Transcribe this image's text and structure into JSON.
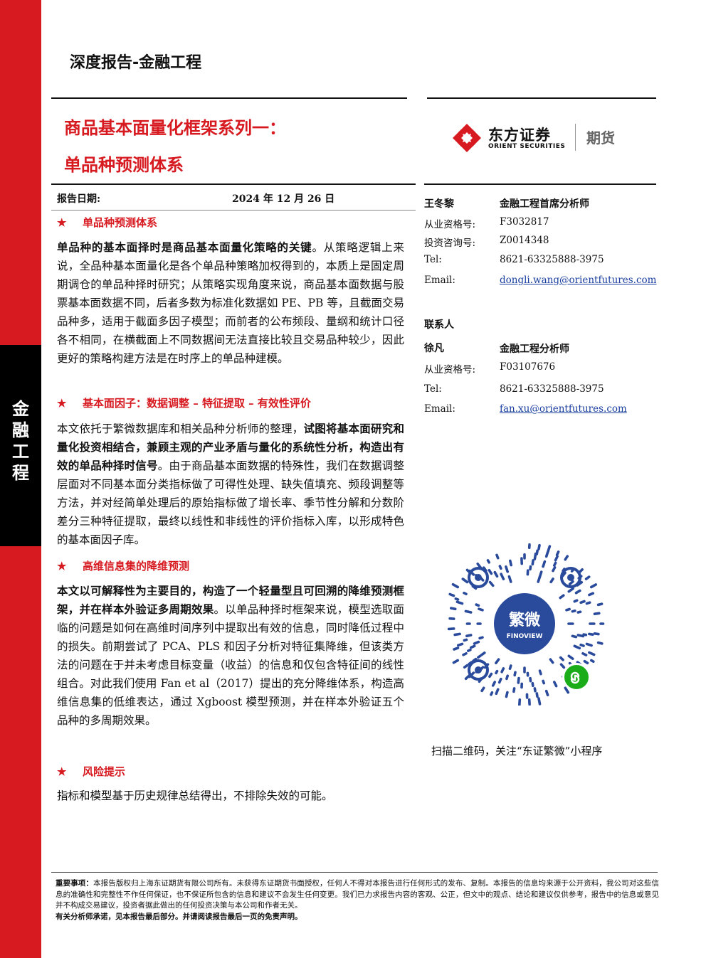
{
  "header": {
    "report_type": "深度报告-金融工程",
    "side_label": [
      "金",
      "融",
      "工",
      "程"
    ],
    "title_line1": "商品基本面量化框架系列一：",
    "title_line2": "单品种预测体系"
  },
  "brand": {
    "name_cn": "东方证券",
    "name_en": "ORIENT SECURITIES",
    "division": "期货",
    "accent": "#d71920"
  },
  "report_date": {
    "label": "报告日期:",
    "value": "2024 年 12 月 26 日"
  },
  "sections": [
    {
      "heading": "单品种预测体系",
      "bold_lead": "单品种的基本面择时是商品基本面量化策略的关键",
      "text": "。从策略逻辑上来说，全品种基本面量化是各个单品种策略加权得到的，本质上是固定周期调仓的单品种择时研究；从策略实现角度来说，商品基本面数据与股票基本面数据不同，后者多数为标准化数据如 PE、PB 等，且截面交易品种多，适用于截面多因子模型；而前者的公布频段、量纲和统计口径各不相同，在横截面上不同数据间无法直接比较且交易品种较少，因此更好的策略构建方法是在时序上的单品种建模。"
    },
    {
      "heading": "基本面因子：数据调整 – 特征提取 – 有效性评价",
      "pre": "本文依托于繁微数据库和相关品种分析师的整理，",
      "bold_lead": "试图将基本面研究和量化投资相结合，兼顾主观的产业矛盾与量化的系统性分析，构造出有效的单品种择时信号",
      "text": "。由于商品基本面数据的特殊性，我们在数据调整层面对不同基本面分类指标做了可得性处理、缺失值填充、频段调整等方法，并对经简单处理后的原始指标做了增长率、季节性分解和分数阶差分三种特征提取，最终以线性和非线性的评价指标入库，以形成特色的基本面因子库。"
    },
    {
      "heading": "高维信息集的降维预测",
      "bold_lead": "本文以可解释性为主要目的，构造了一个轻量型且可回溯的降维预测框架，并在样本外验证多周期效果",
      "text": "。以单品种择时框架来说，模型选取面临的问题是如何在高维时间序列中提取出有效的信息，同时降低过程中的损失。前期尝试了 PCA、PLS 和因子分析对特征集降维，但该类方法的问题在于并未考虑目标变量（收益）的信息和仅包含特征间的线性组合。对此我们使用 Fan et al（2017）提出的充分降维体系，构造高维信息集的低维表达，通过 Xgboost 模型预测，并在样本外验证五个品种的多周期效果。"
    },
    {
      "heading": "风险提示",
      "text": "指标和模型基于历史规律总结得出，不排除失效的可能。"
    }
  ],
  "analyst": {
    "name": "王冬黎",
    "title": "金融工程首席分析师",
    "fields": [
      {
        "label": "从业资格号:",
        "value": "F3032817"
      },
      {
        "label": "投资咨询号:",
        "value": "Z0014348"
      },
      {
        "label": "Tel:",
        "value": "8621-63325888-3975"
      },
      {
        "label": "Email:",
        "value": "dongli.wang@orientfutures.com"
      }
    ]
  },
  "contact": {
    "heading": "联系人",
    "name": "徐凡",
    "title": "金融工程分析师",
    "fields": [
      {
        "label": "从业资格号:",
        "value": "F03107676"
      },
      {
        "label": "Tel:",
        "value": "8621-63325888-3975"
      },
      {
        "label": "Email:",
        "value": "fan.xu@orientfutures.com"
      }
    ]
  },
  "qr": {
    "center_cn": "繁微",
    "center_en": "FINOVIEW",
    "caption": "扫描二维码，关注“东证繁微”小程序"
  },
  "disclaimer": {
    "lead": "重要事项：",
    "text": "本报告版权归上海东证期货有限公司所有。未获得东证期货书面授权，任何人不得对本报告进行任何形式的发布、复制。本报告的信息均来源于公开资料，我公司对这些信息的准确性和完整性不作任何保证，也不保证所包含的信息和建议不会发生任何变更。我们已力求报告内容的客观、公正，但文中的观点、结论和建议仅供参考，报告中的信息或意见并不构成交易建议，投资者据此做出的任何投资决策与本公司和作者无关。",
    "footer": "有关分析师承诺，见本报告最后部分。并请阅读报告最后一页的免责声明。"
  }
}
